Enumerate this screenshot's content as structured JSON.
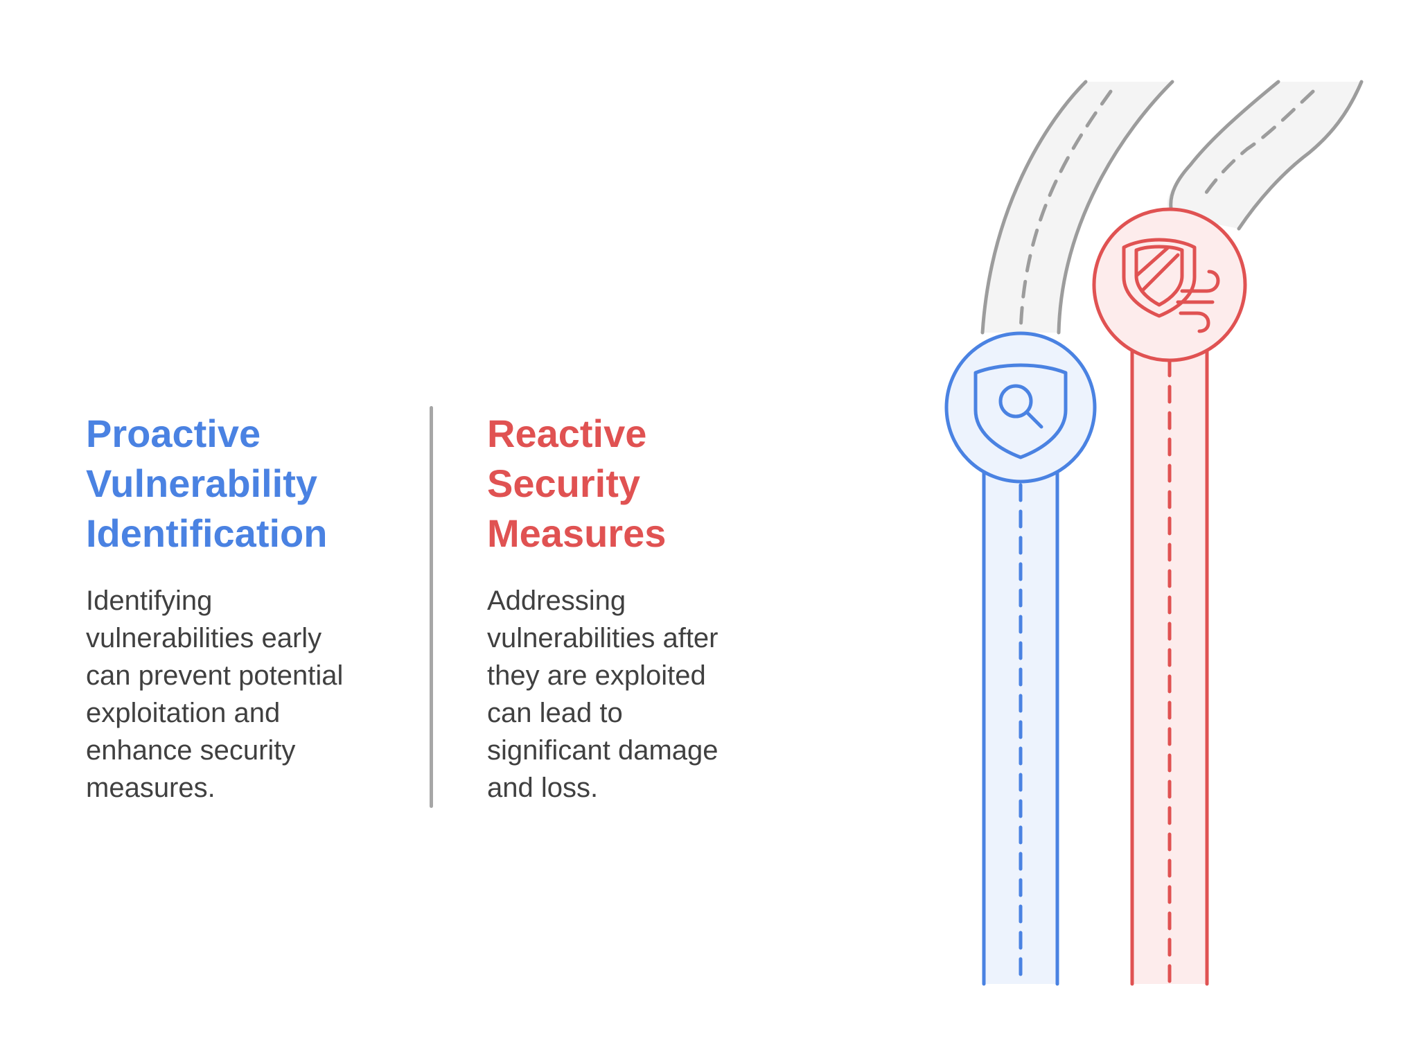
{
  "proactive": {
    "title_lines": [
      "Proactive",
      "Vulnerability",
      "Identification"
    ],
    "desc_lines": [
      "Identifying",
      "vulnerabilities early",
      "can prevent potential",
      "exploitation and",
      "enhance security",
      "measures."
    ],
    "color": "#4a82e2",
    "fill": "#edf3fd",
    "icon": "shield-search-icon"
  },
  "reactive": {
    "title_lines": [
      "Reactive",
      "Security",
      "Measures"
    ],
    "desc_lines": [
      "Addressing",
      "vulnerabilities after",
      "they are exploited",
      "can lead to",
      "significant damage",
      "and loss."
    ],
    "color": "#e05252",
    "fill": "#fdecec",
    "icon": "shield-wind-icon"
  }
}
